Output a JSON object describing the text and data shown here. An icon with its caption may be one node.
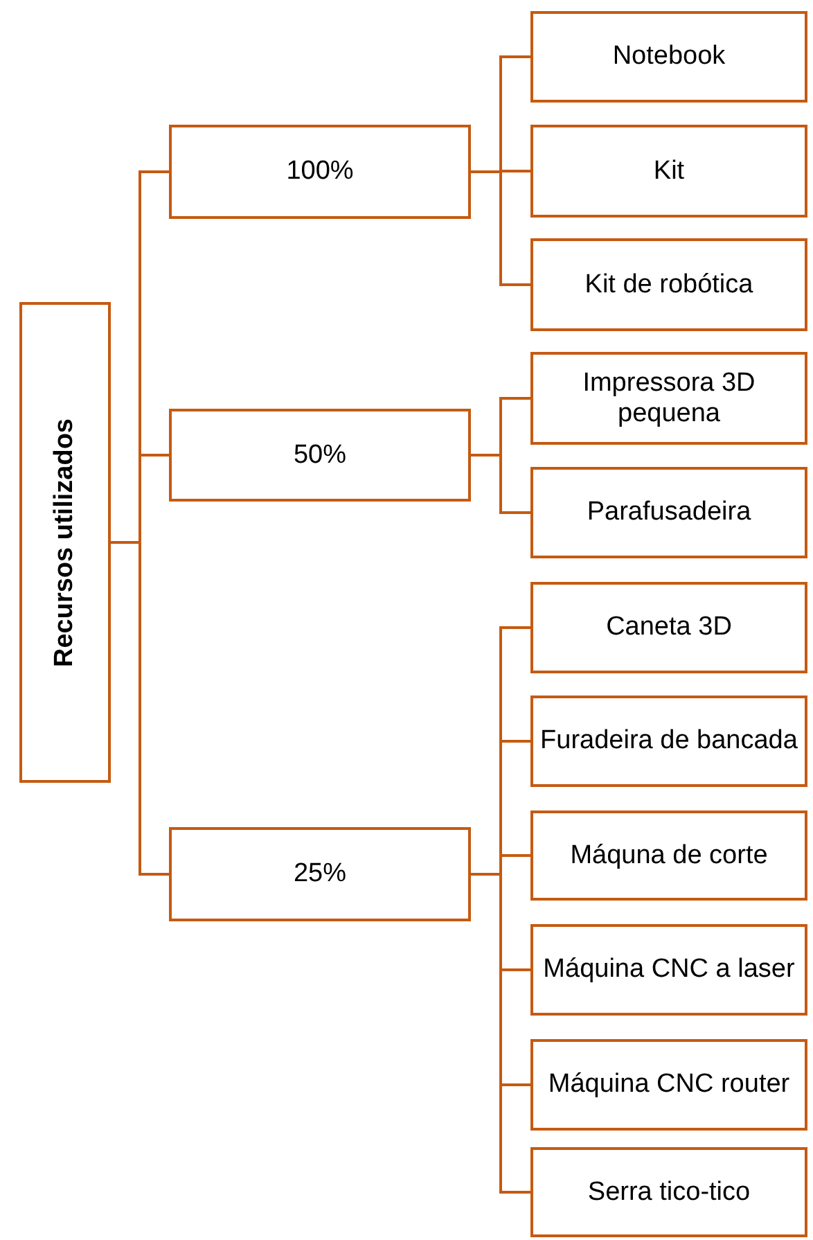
{
  "diagram": {
    "nodes": [
      {
        "text": [
          "Recursos utilizados"
        ]
      },
      {
        "text": [
          "100%"
        ]
      },
      {
        "text": [
          "Notebook"
        ]
      },
      {
        "text": [
          "Kit"
        ]
      },
      {
        "text": [
          "Kit de robótica"
        ]
      },
      {
        "text": [
          "50%"
        ]
      },
      {
        "text": [
          "Impressora 3D pequena"
        ]
      },
      {
        "text": [
          "Parafusadeira"
        ]
      },
      {
        "text": [
          "25%"
        ]
      },
      {
        "text": [
          "Caneta 3D"
        ]
      },
      {
        "text": [
          "Furadeira de bancada"
        ]
      },
      {
        "text": [
          "Máquna de corte"
        ]
      },
      {
        "text": [
          "Máquina CNC a laser"
        ]
      },
      {
        "text": [
          "Máquina CNC router"
        ]
      },
      {
        "text": [
          "Serra tico-tico"
        ]
      }
    ],
    "edges": [
      {
        "from": 0,
        "to": 1,
        "arrow": "none"
      },
      {
        "from": 0,
        "to": 5,
        "arrow": "none"
      },
      {
        "from": 0,
        "to": 8,
        "arrow": "none"
      },
      {
        "from": 1,
        "to": 2,
        "arrow": "none"
      },
      {
        "from": 1,
        "to": 3,
        "arrow": "none"
      },
      {
        "from": 1,
        "to": 4,
        "arrow": "none"
      },
      {
        "from": 5,
        "to": 6,
        "arrow": "none"
      },
      {
        "from": 5,
        "to": 7,
        "arrow": "none"
      },
      {
        "from": 8,
        "to": 9,
        "arrow": "none"
      },
      {
        "from": 8,
        "to": 10,
        "arrow": "none"
      },
      {
        "from": 8,
        "to": 11,
        "arrow": "none"
      },
      {
        "from": 8,
        "to": 12,
        "arrow": "none"
      },
      {
        "from": 8,
        "to": 13,
        "arrow": "none"
      },
      {
        "from": 8,
        "to": 14,
        "arrow": "none"
      }
    ]
  }
}
